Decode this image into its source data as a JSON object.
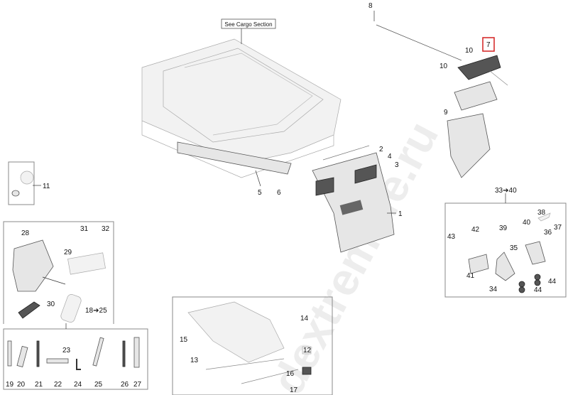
{
  "diagram": {
    "cargo_note": "See Cargo Section",
    "watermark": "dextremlife.ru",
    "highlight_color": "#d42020",
    "callouts": {
      "p1": "1",
      "p2": "2",
      "p3": "3",
      "p4": "4",
      "p5": "5",
      "p6": "6",
      "p7": "7",
      "p8": "8",
      "p9": "9",
      "p10a": "10",
      "p10b": "10",
      "p11": "11",
      "p12": "12",
      "p13": "13",
      "p14": "14",
      "p15": "15",
      "p16": "16",
      "p17": "17",
      "p18_25": "18➔25",
      "p19": "19",
      "p20": "20",
      "p21": "21",
      "p22": "22",
      "p23": "23",
      "p24": "24",
      "p25": "25",
      "p26": "26",
      "p27": "27",
      "p28": "28",
      "p29": "29",
      "p30": "30",
      "p31": "31",
      "p32": "32",
      "p33_40": "33➔40",
      "p34": "34",
      "p35": "35",
      "p36": "36",
      "p37": "37",
      "p38": "38",
      "p39": "39",
      "p40": "40",
      "p41": "41",
      "p42": "42",
      "p43": "43",
      "p44a": "44",
      "p44b": "44"
    }
  }
}
